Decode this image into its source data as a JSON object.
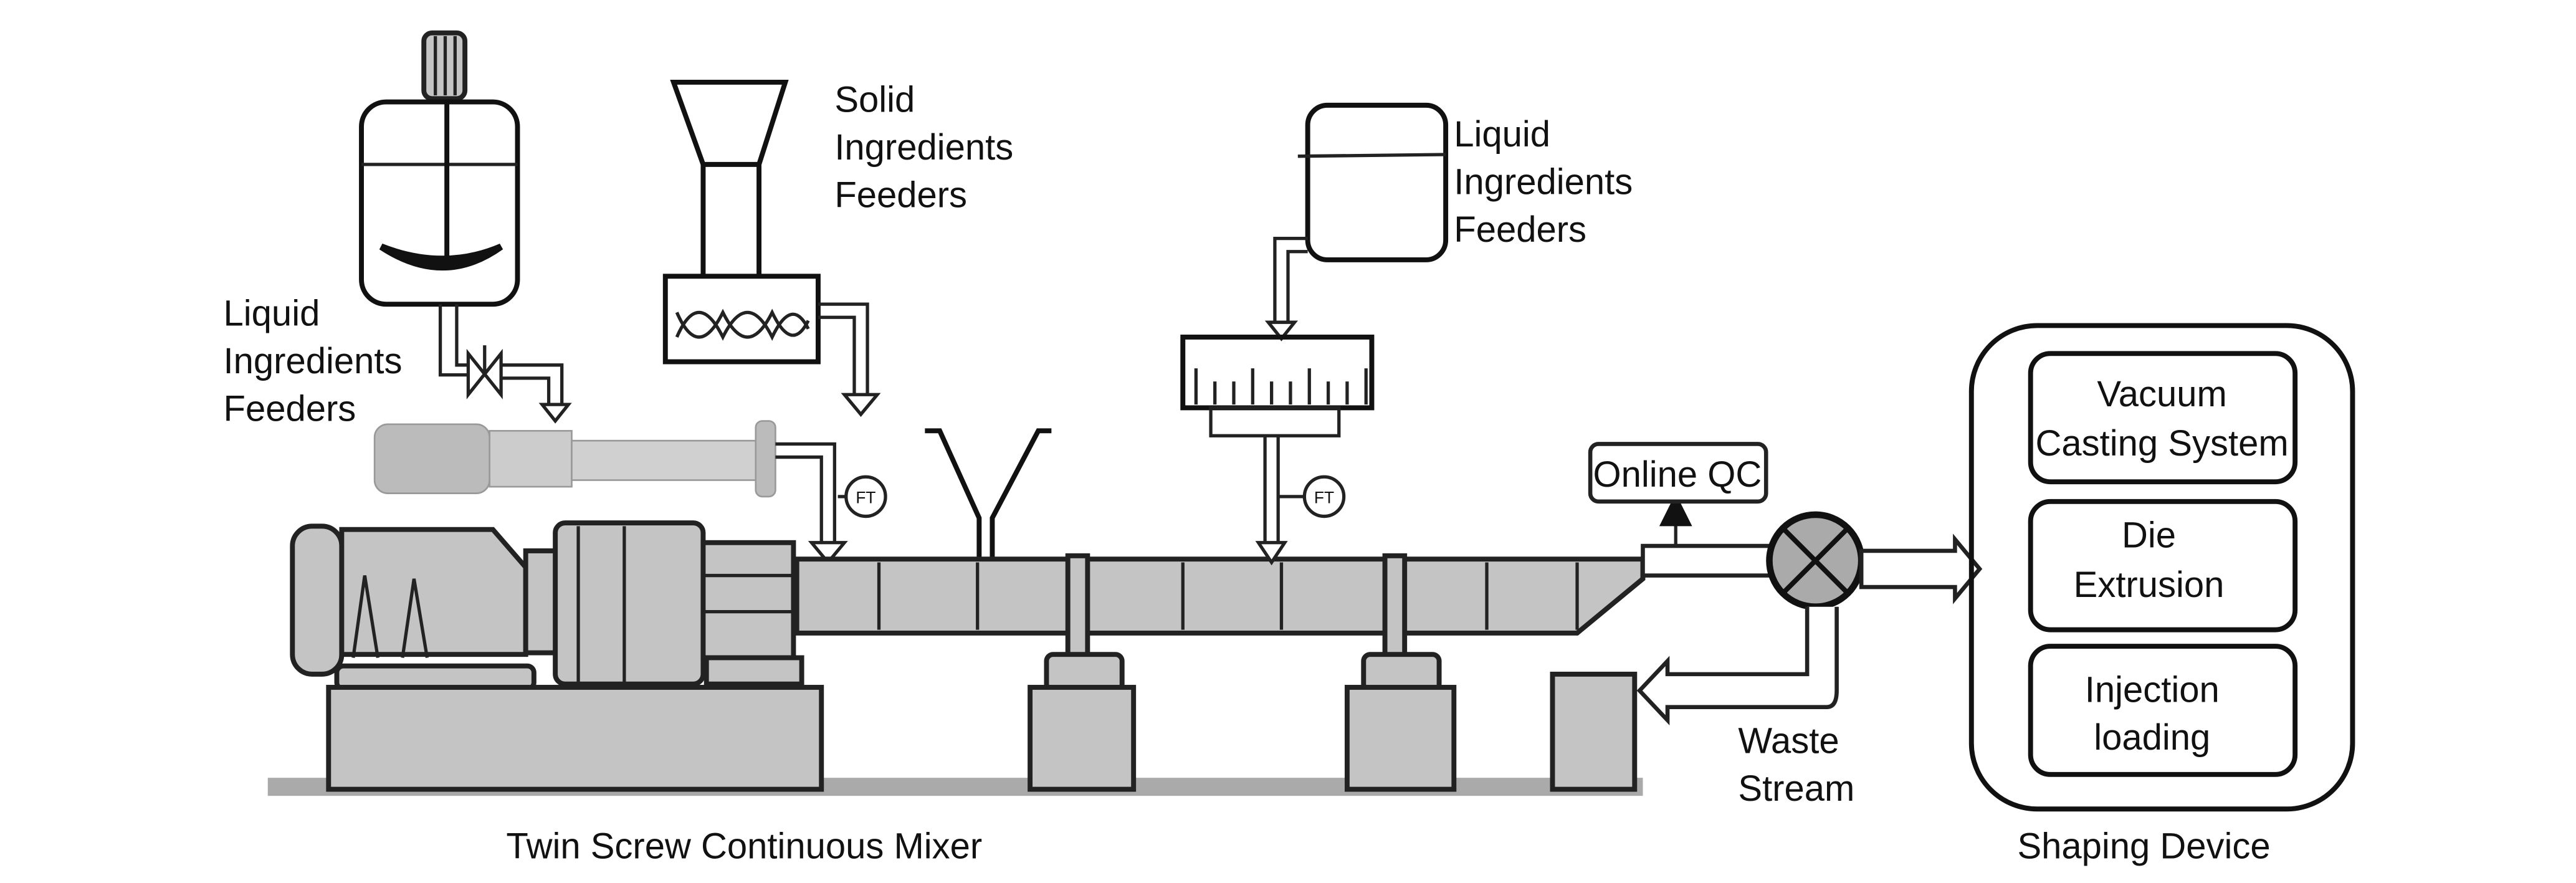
{
  "labels": {
    "liquid_feeders_left": [
      "Liquid",
      "Ingredients",
      "Feeders"
    ],
    "solid_feeders": [
      "Solid",
      "Ingredients",
      "Feeders"
    ],
    "liquid_feeders_right": [
      "Liquid",
      "Ingredients",
      "Feeders"
    ],
    "flow_transmitter": "FT",
    "online_qc": "Online QC",
    "waste_stream": [
      "Waste",
      "Stream"
    ],
    "mixer": "Twin Screw Continuous Mixer",
    "shaping_device": "Shaping Device",
    "shaping_options": [
      [
        "Vacuum",
        "Casting System"
      ],
      [
        "Die",
        "Extrusion"
      ],
      [
        "Injection",
        "loading"
      ]
    ]
  },
  "colors": {
    "machine_fill": "#c4c4c4",
    "line": "#111111",
    "background": "#ffffff"
  }
}
